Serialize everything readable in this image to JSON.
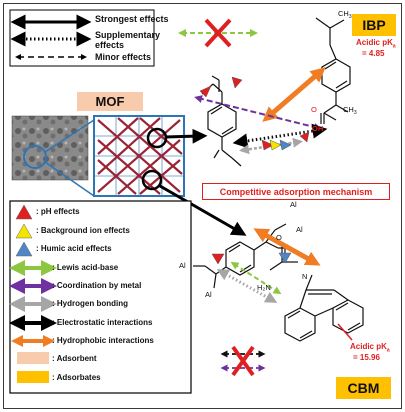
{
  "top_legend": {
    "strongest": "Strongest effects",
    "supplementary": "Supplementary effects",
    "minor": "Minor effects"
  },
  "labels": {
    "ibp": "IBP",
    "mof": "MOF",
    "cbm": "CBM",
    "mechanism": "Competitive adsorption mechanism"
  },
  "acidic": {
    "ibp_line1": "Acidic pK",
    "ibp_sub": "a",
    "ibp_line2": "= 4.85",
    "cbm_line1": "Acidic pK",
    "cbm_sub": "a",
    "cbm_line2": "= 15.96"
  },
  "chem": {
    "ch3": "CH",
    "three": "3",
    "oh": "OH",
    "o": "O",
    "al": "Al",
    "n": "N",
    "h2n": "H₂N"
  },
  "legend": {
    "items": [
      {
        "label": ": pH effects",
        "icon": "red-triangle",
        "color": "#e02020"
      },
      {
        "label": ": Background ion effects",
        "icon": "yellow-triangle",
        "color": "#f5e400"
      },
      {
        "label": ": Humic acid effects",
        "icon": "blue-triangle",
        "color": "#4f86c6"
      },
      {
        "label": ": Lewis acid-base",
        "icon": "green-double-arrow",
        "color": "#8dc63f"
      },
      {
        "label": ": Coordination by metal",
        "icon": "purple-double-arrow",
        "color": "#7030a0"
      },
      {
        "label": ": Hydrogen bonding",
        "icon": "gray-double-arrow",
        "color": "#a6a6a6"
      },
      {
        "label": ": Electrostatic interactions",
        "icon": "black-double-arrow",
        "color": "#000000"
      },
      {
        "label": ": Hydrophobic interactions",
        "icon": "orange-double-arrow",
        "color": "#f07c24"
      },
      {
        "label": ": Adsorbent",
        "icon": "peach-swatch",
        "color": "#f8cbad"
      },
      {
        "label": ": Adsorbates",
        "icon": "gold-swatch",
        "color": "#ffc000"
      }
    ]
  },
  "colors": {
    "adsorbate": "#ffc000",
    "adsorbent": "#f8cbad",
    "acidic_red": "#e02020",
    "frame_blue": "#2e75b6"
  }
}
